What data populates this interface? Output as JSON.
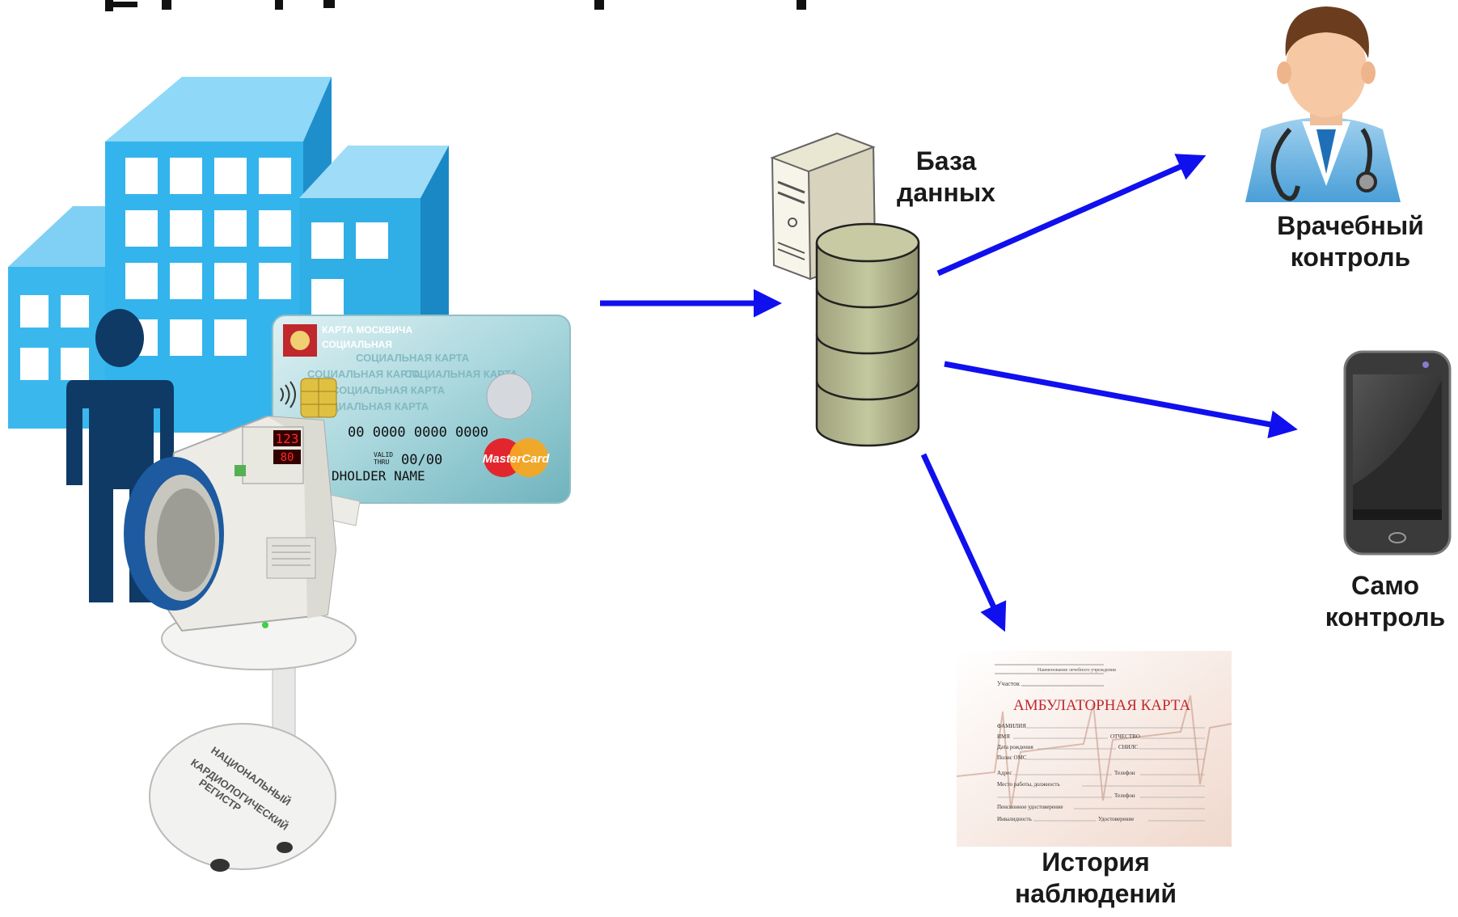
{
  "header": {
    "title_fragment": ""
  },
  "database": {
    "label_line1": "База",
    "label_line2": "данных"
  },
  "doctor": {
    "label_line1": "Врачебный",
    "label_line2": "контроль"
  },
  "phone": {
    "label_line1": "Само",
    "label_line2": "контроль"
  },
  "history": {
    "label_line1": "История",
    "label_line2": "наблюдений"
  },
  "social_card": {
    "title": "КАРТА МОСКВИЧА",
    "subtitle": "СОЦИАЛЬНАЯ",
    "watermark": "СОЦИАЛЬНАЯ КАРТА",
    "number": "00 0000 0000 0000",
    "valid_label_1": "VALID",
    "valid_label_2": "THRU",
    "valid_date": "00/00",
    "holder": "DHOLDER NAME",
    "brand": "MasterCard"
  },
  "bp_monitor": {
    "display_sys": "123",
    "display_dia": "80",
    "stand_text_1": "НАЦИОНАЛЬНЫЙ",
    "stand_text_2": "КАРДИОЛОГИЧЕСКИЙ",
    "stand_text_3": "РЕГИСТР"
  },
  "ambulatory_card": {
    "institution": "Наименование лечебного учреждения",
    "section": "Участок",
    "title": "АМБУЛАТОРНАЯ КАРТА",
    "fields": [
      "ФАМИЛИЯ",
      "ИМЯ",
      "Дата рождения",
      "Полис ОМС",
      "Адрес",
      "Место работы, должность",
      "Пенсионное удостоверение",
      "Инвалидность"
    ],
    "side_fields": [
      "ОТЧЕСТВО",
      "СНИЛС",
      "Телефон",
      "Телефон",
      "Удостоверение"
    ]
  },
  "colors": {
    "arrow": "#1010ee",
    "building_face": "#33b6ee",
    "building_side": "#1a90cf",
    "person": "#0f3a66",
    "cylinder": "#b9bd93"
  }
}
